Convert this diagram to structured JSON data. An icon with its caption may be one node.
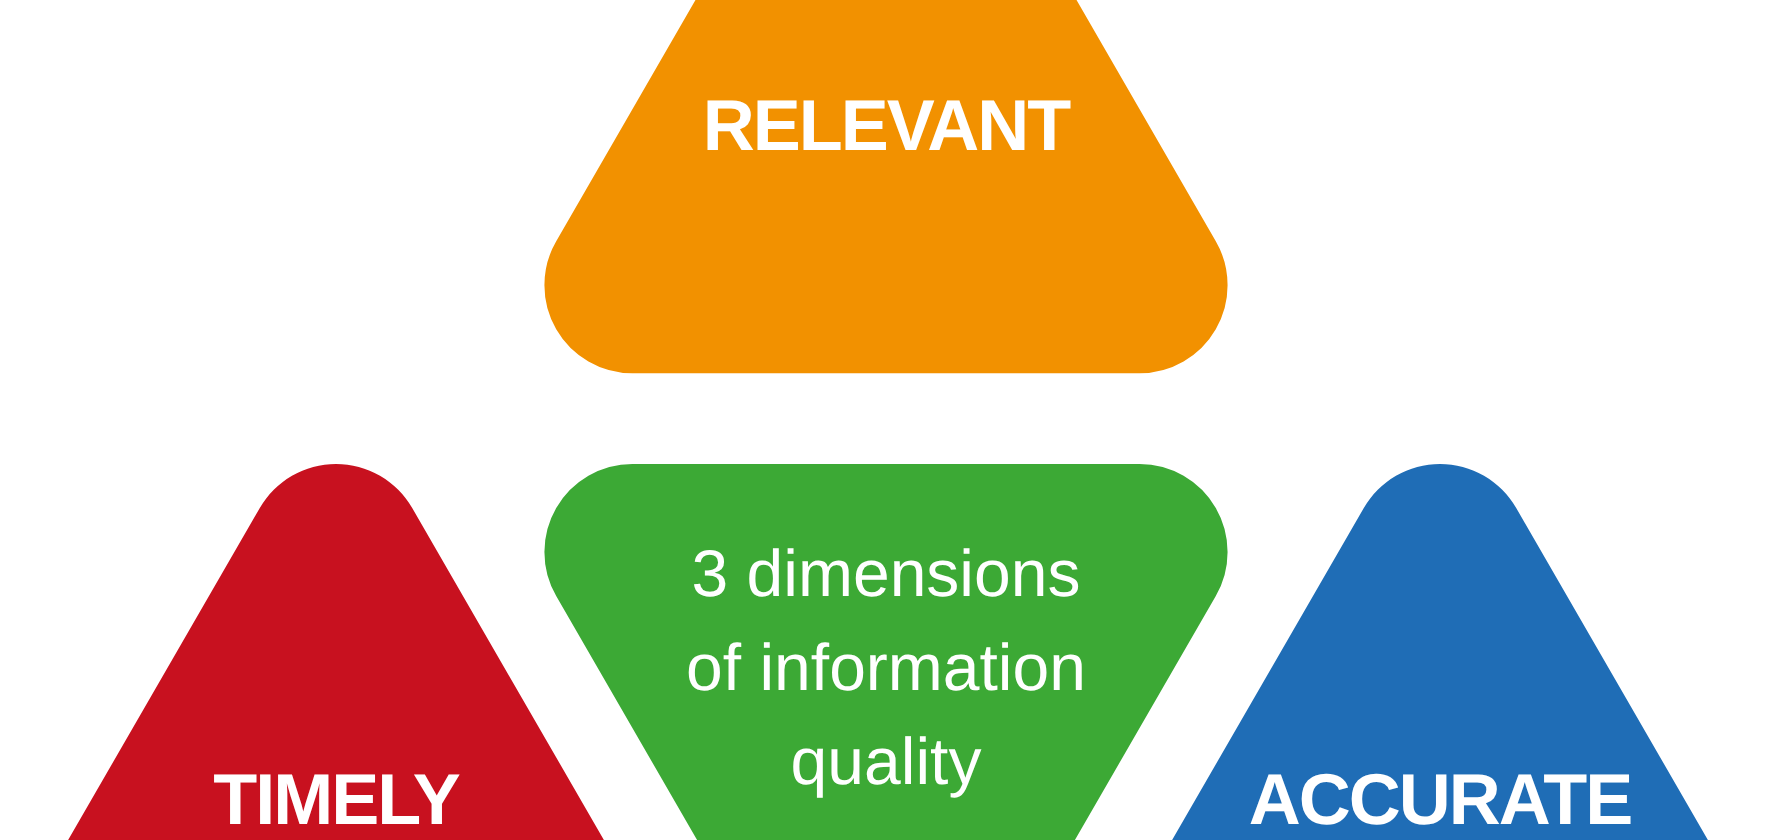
{
  "diagram": {
    "nodes": [
      {
        "text": [
          "RELEVANT"
        ]
      },
      {
        "text": [
          "TIMELY"
        ]
      },
      {
        "text": [
          "3 dimensions of information quality"
        ]
      },
      {
        "text": [
          "ACCURATE"
        ]
      }
    ]
  }
}
